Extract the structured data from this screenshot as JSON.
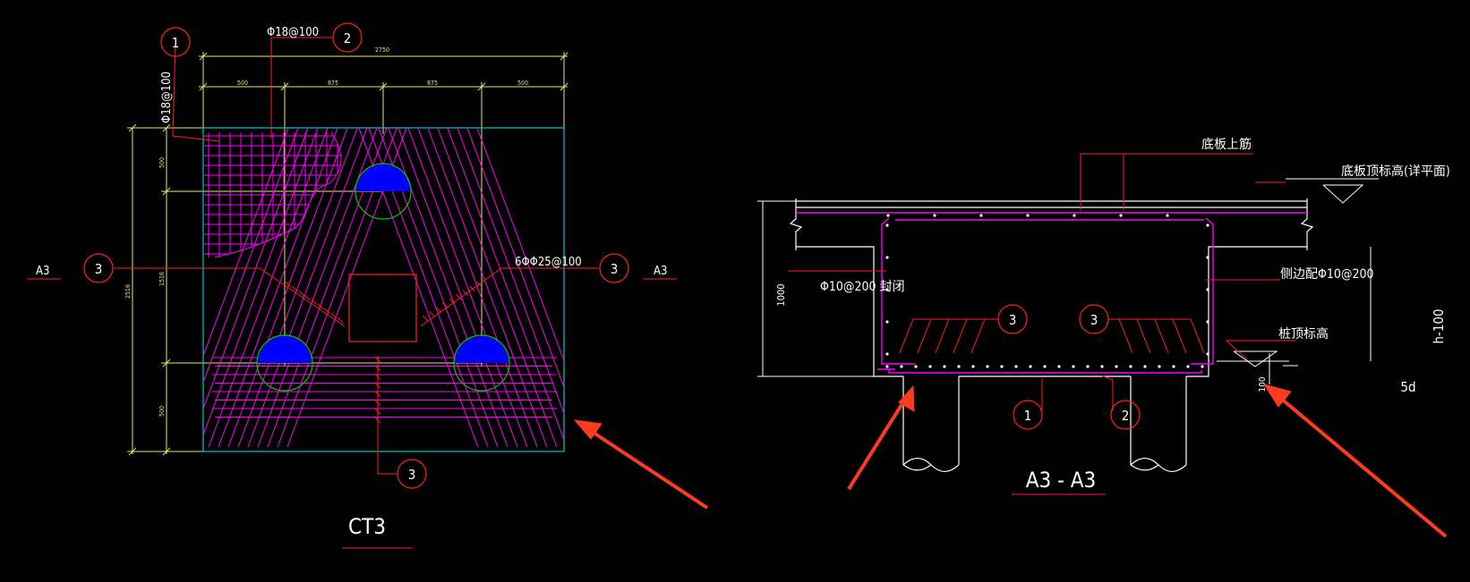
{
  "plan": {
    "title": "CT3",
    "section_marks": {
      "left": "A3",
      "right": "A3"
    },
    "top_dims": {
      "overall": "2750",
      "segments": [
        "500",
        "875",
        "875",
        "500"
      ]
    },
    "left_dims": {
      "segments": [
        "500",
        "1516",
        "500"
      ],
      "overall": "2516"
    },
    "labels": {
      "rebar_top": "Φ18@100",
      "rebar_left": "Φ18@100",
      "rebar_beam": "6ΦΦ25@100"
    },
    "callouts": [
      "1",
      "2",
      "3",
      "3",
      "3"
    ]
  },
  "section": {
    "title": "A3 - A3",
    "labels": {
      "top_bar": "底板上筋",
      "top_elev": "底板顶标高(详平面)",
      "closure": "Φ10@200 封闭",
      "side_bar": "侧边配Φ10@200",
      "pile_top": "桩顶标高",
      "depth_dim": "1000",
      "pile_embed": "100",
      "side_dim": "h-100",
      "anchor": "5d"
    },
    "callouts": [
      "3",
      "3",
      "1",
      "2"
    ]
  },
  "colors": {
    "background": "#000000",
    "rebar": "#ff00ff",
    "dims": "#e8e870",
    "outline": "#ffffff",
    "leader": "#ff2020",
    "slab_edge": "#00c8c8",
    "pile_fill": "#0000ff",
    "pile_circle": "#00c800",
    "arrow": "#ff3b1f"
  }
}
